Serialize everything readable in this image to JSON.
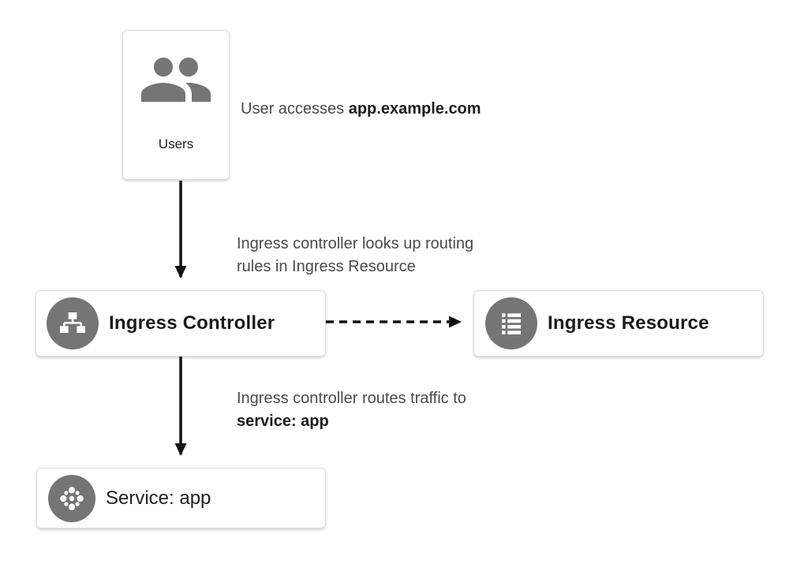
{
  "diagram": {
    "colors": {
      "background": "#ffffff",
      "icon_circle_gray": "#757575",
      "box_border": "#dcdcdc",
      "label_text": "#1b1b1b",
      "annotation_text": "#4a4a4a",
      "arrow": "#111111"
    },
    "nodes": {
      "users": {
        "label": "Users",
        "icon": "people-icon"
      },
      "ingress_controller": {
        "label": "Ingress Controller",
        "icon": "sitemap-icon"
      },
      "ingress_resource": {
        "label": "Ingress Resource",
        "icon": "list-icon"
      },
      "service": {
        "label": "Service: app",
        "icon": "dots-icon"
      }
    },
    "annotations": {
      "user_access": {
        "prefix": "User accesses ",
        "bold": "app.example.com"
      },
      "lookup": {
        "line1": "Ingress controller looks up routing",
        "line2": "rules in Ingress Resource"
      },
      "route": {
        "line1": "Ingress controller routes traffic to",
        "bold": "service: app"
      }
    },
    "edges": [
      {
        "from": "users",
        "to": "ingress_controller",
        "style": "solid"
      },
      {
        "from": "ingress_controller",
        "to": "ingress_resource",
        "style": "dashed"
      },
      {
        "from": "ingress_controller",
        "to": "service",
        "style": "solid"
      }
    ]
  }
}
